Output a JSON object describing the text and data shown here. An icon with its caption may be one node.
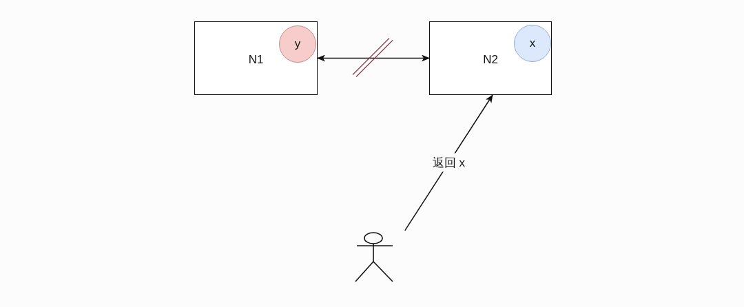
{
  "diagram": {
    "nodes": [
      {
        "text": [
          "N1"
        ]
      },
      {
        "text": [
          "y"
        ],
        "in": 0
      },
      {
        "text": [
          "N2"
        ]
      },
      {
        "text": [
          "x"
        ],
        "in": 2
      },
      {
        "text": [],
        "shape": "person"
      }
    ],
    "edges": [
      {
        "from": 0,
        "to": 2,
        "arrow": "both"
      },
      {
        "from": 4,
        "to": 2,
        "arrow": "to",
        "label": "返回 x"
      }
    ]
  }
}
